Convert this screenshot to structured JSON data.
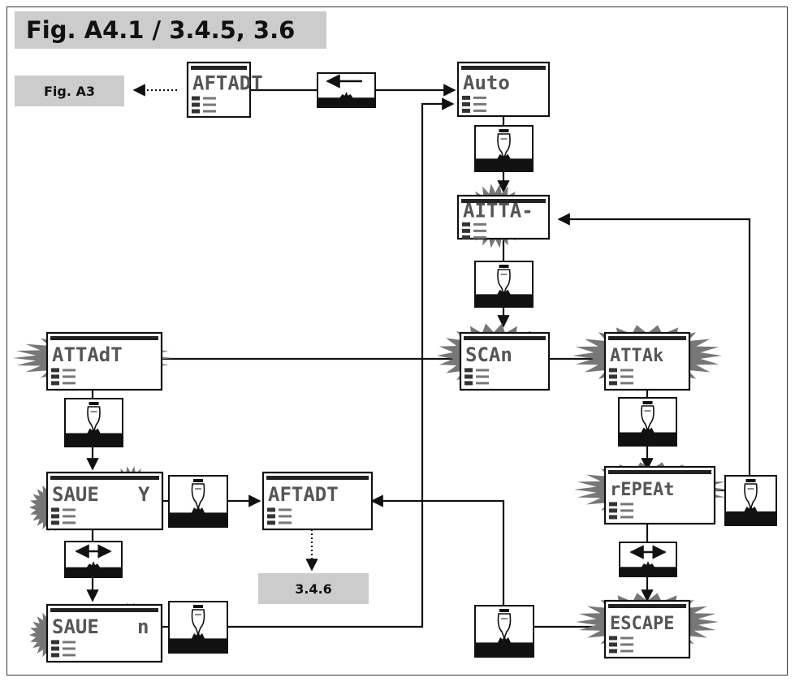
{
  "figure": {
    "title": "Fig. A4.1 / 3.4.5, 3.6",
    "ref_a3": "Fig. A3",
    "ref_346": "3.4.6"
  },
  "displays": {
    "top_start": "AFTADT",
    "auto": "Auto",
    "atta": "AITTA-",
    "scan": "SCAn",
    "attack": "ATTAk",
    "repeat": "rEPEAt",
    "escape": "ESCAPE",
    "left_attack": "ATTAdT",
    "save_y": "SAUE",
    "save_y_value": "Y",
    "save_n": "SAUE",
    "save_n_value": "n",
    "result": "AFTADT"
  },
  "colors": {
    "burst": "#777777",
    "label_bg": "#cccccc",
    "line": "#111111"
  }
}
